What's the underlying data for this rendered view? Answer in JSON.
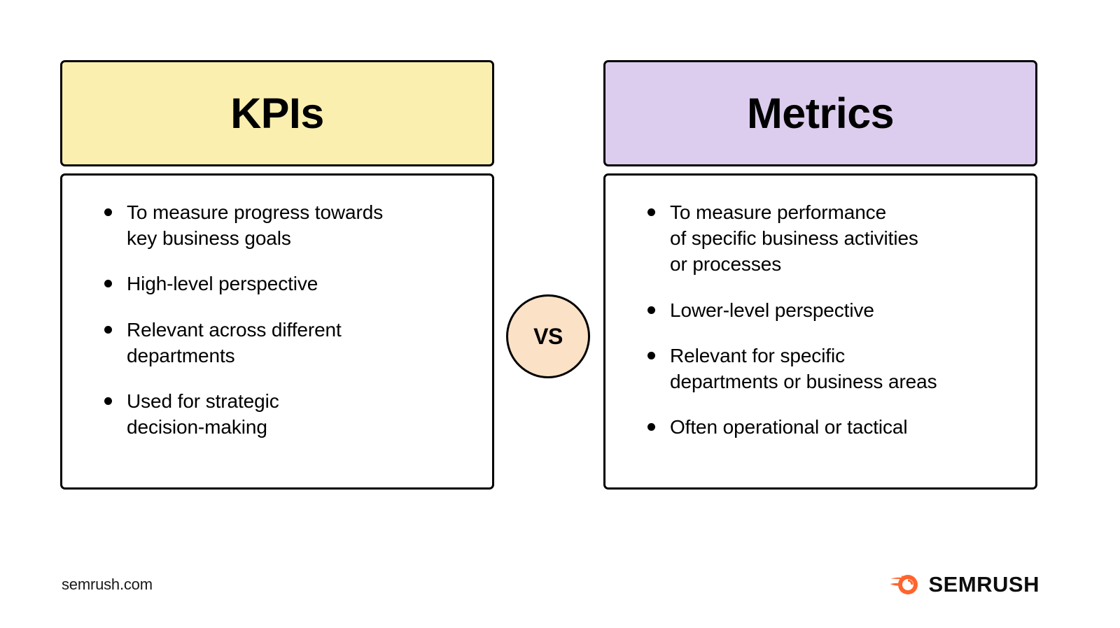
{
  "page": {
    "background": "#ffffff",
    "comparison_separator": "VS"
  },
  "columns": [
    {
      "key": "kpis",
      "title": "KPIs",
      "header_color": "#FBEFAF",
      "bullets": [
        "To measure progress towards\nkey business goals",
        "High-level perspective",
        "Relevant across different\ndepartments",
        "Used for strategic\ndecision-making"
      ]
    },
    {
      "key": "metrics",
      "title": "Metrics",
      "header_color": "#DCCDEE",
      "bullets": [
        "To measure performance\nof specific business activities\nor processes",
        "Lower-level perspective",
        "Relevant for specific\ndepartments or business areas",
        "Often operational or tactical"
      ]
    }
  ],
  "badge": {
    "label": "VS",
    "fill": "#FBE1C5",
    "border": "#000000"
  },
  "footer": {
    "site": "semrush.com",
    "brand": "SEMRUSH",
    "brand_accent": "#FF642D"
  }
}
